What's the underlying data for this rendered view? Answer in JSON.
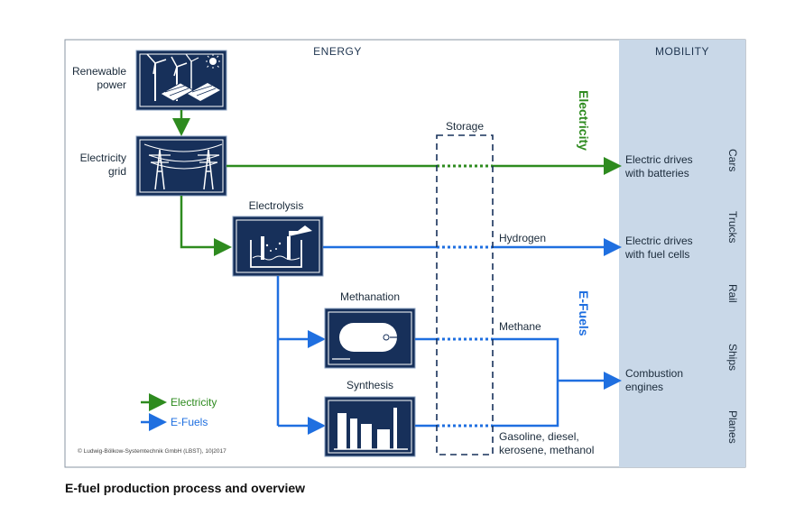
{
  "headers": {
    "energy": "ENERGY",
    "mobility": "MOBILITY"
  },
  "nodes": {
    "renewable_power": [
      "Renewable",
      "power"
    ],
    "electricity_grid": [
      "Electricity",
      "grid"
    ],
    "electrolysis": "Electrolysis",
    "methanation": "Methanation",
    "synthesis": "Synthesis",
    "storage": "Storage"
  },
  "carriers": {
    "electricity": "Electricity",
    "efuels": "E-Fuels",
    "hydrogen": "Hydrogen",
    "methane": "Methane",
    "liquid_fuels": [
      "Gasoline, diesel,",
      "kerosene, methanol"
    ]
  },
  "outputs": {
    "batteries": [
      "Electric drives",
      "with batteries"
    ],
    "fuel_cells": [
      "Electric drives",
      "with fuel cells"
    ],
    "combustion": [
      "Combustion",
      "engines"
    ]
  },
  "mobility_modes": [
    "Cars",
    "Trucks",
    "Rail",
    "Ships",
    "Planes"
  ],
  "legend": {
    "electricity": "Electricity",
    "efuels": "E-Fuels"
  },
  "copyright": "© Ludwig-Bölkow-Systemtechnik GmbH (LBST), 10|2017",
  "caption": "E-fuel production process and overview",
  "colors": {
    "electricity": "#2e8b1f",
    "efuels": "#1f6fe0",
    "box": "#17305a",
    "mobility_panel": "#c9d8e8"
  },
  "icons": [
    "wind-solar-icon",
    "power-pylon-icon",
    "electrolyzer-icon",
    "tank-icon",
    "refinery-icon"
  ]
}
